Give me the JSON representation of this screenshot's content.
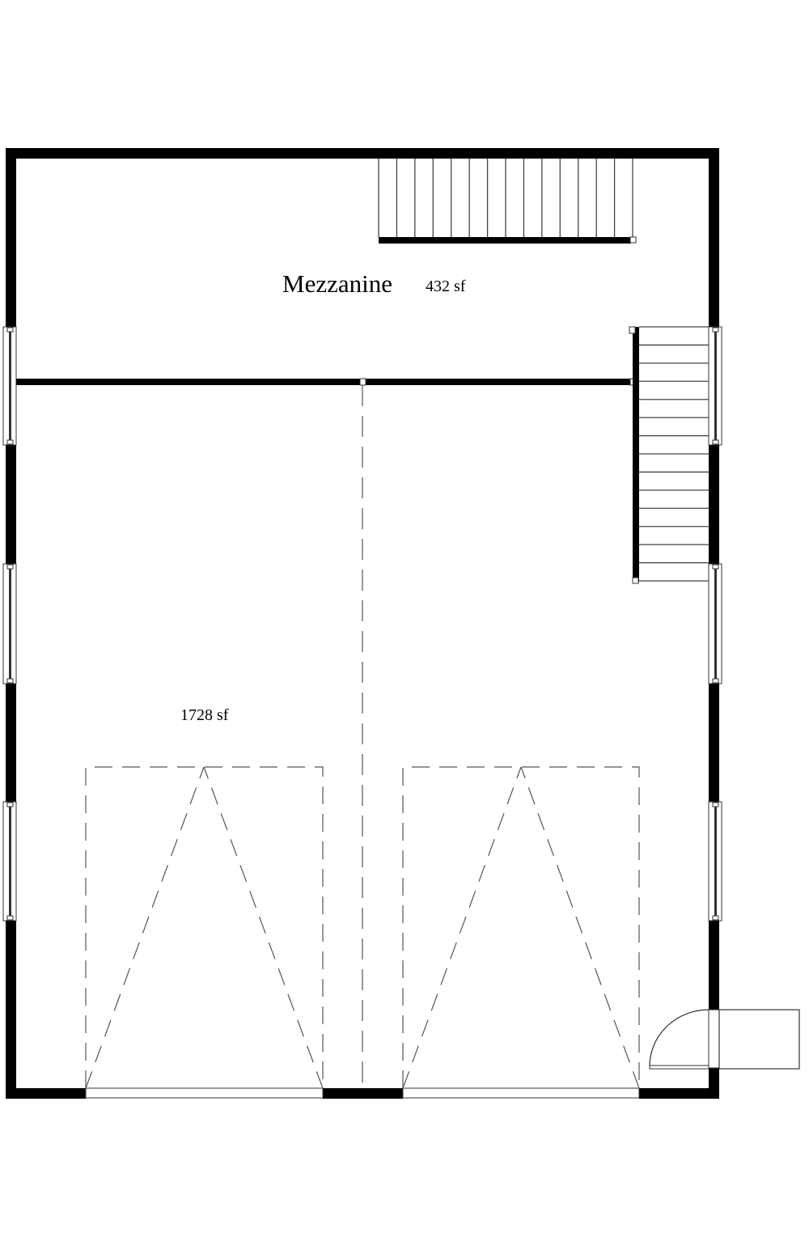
{
  "plan": {
    "type": "floor-plan",
    "colors": {
      "wall": "#000000",
      "line": "#333333",
      "dashed": "#555555",
      "background": "#ffffff"
    },
    "rooms": [
      {
        "name": "Mezzanine",
        "area": "432 sf"
      },
      {
        "name": "",
        "area": "1728 sf"
      }
    ],
    "stairs": [
      {
        "id": "top-stair",
        "orientation": "horizontal",
        "treads": 14
      },
      {
        "id": "right-stair",
        "orientation": "vertical",
        "treads": 14
      }
    ],
    "garage_doors": [
      {
        "id": "garage-door-left"
      },
      {
        "id": "garage-door-right"
      }
    ],
    "windows": [
      {
        "id": "window-left-1",
        "side": "left"
      },
      {
        "id": "window-left-2",
        "side": "left"
      },
      {
        "id": "window-left-3",
        "side": "left"
      },
      {
        "id": "window-right-1",
        "side": "right"
      },
      {
        "id": "window-right-2",
        "side": "right"
      },
      {
        "id": "window-right-3",
        "side": "right"
      }
    ],
    "entry_door": {
      "id": "entry-door",
      "swing": "inward"
    },
    "stoop": {
      "id": "entry-stoop"
    }
  }
}
